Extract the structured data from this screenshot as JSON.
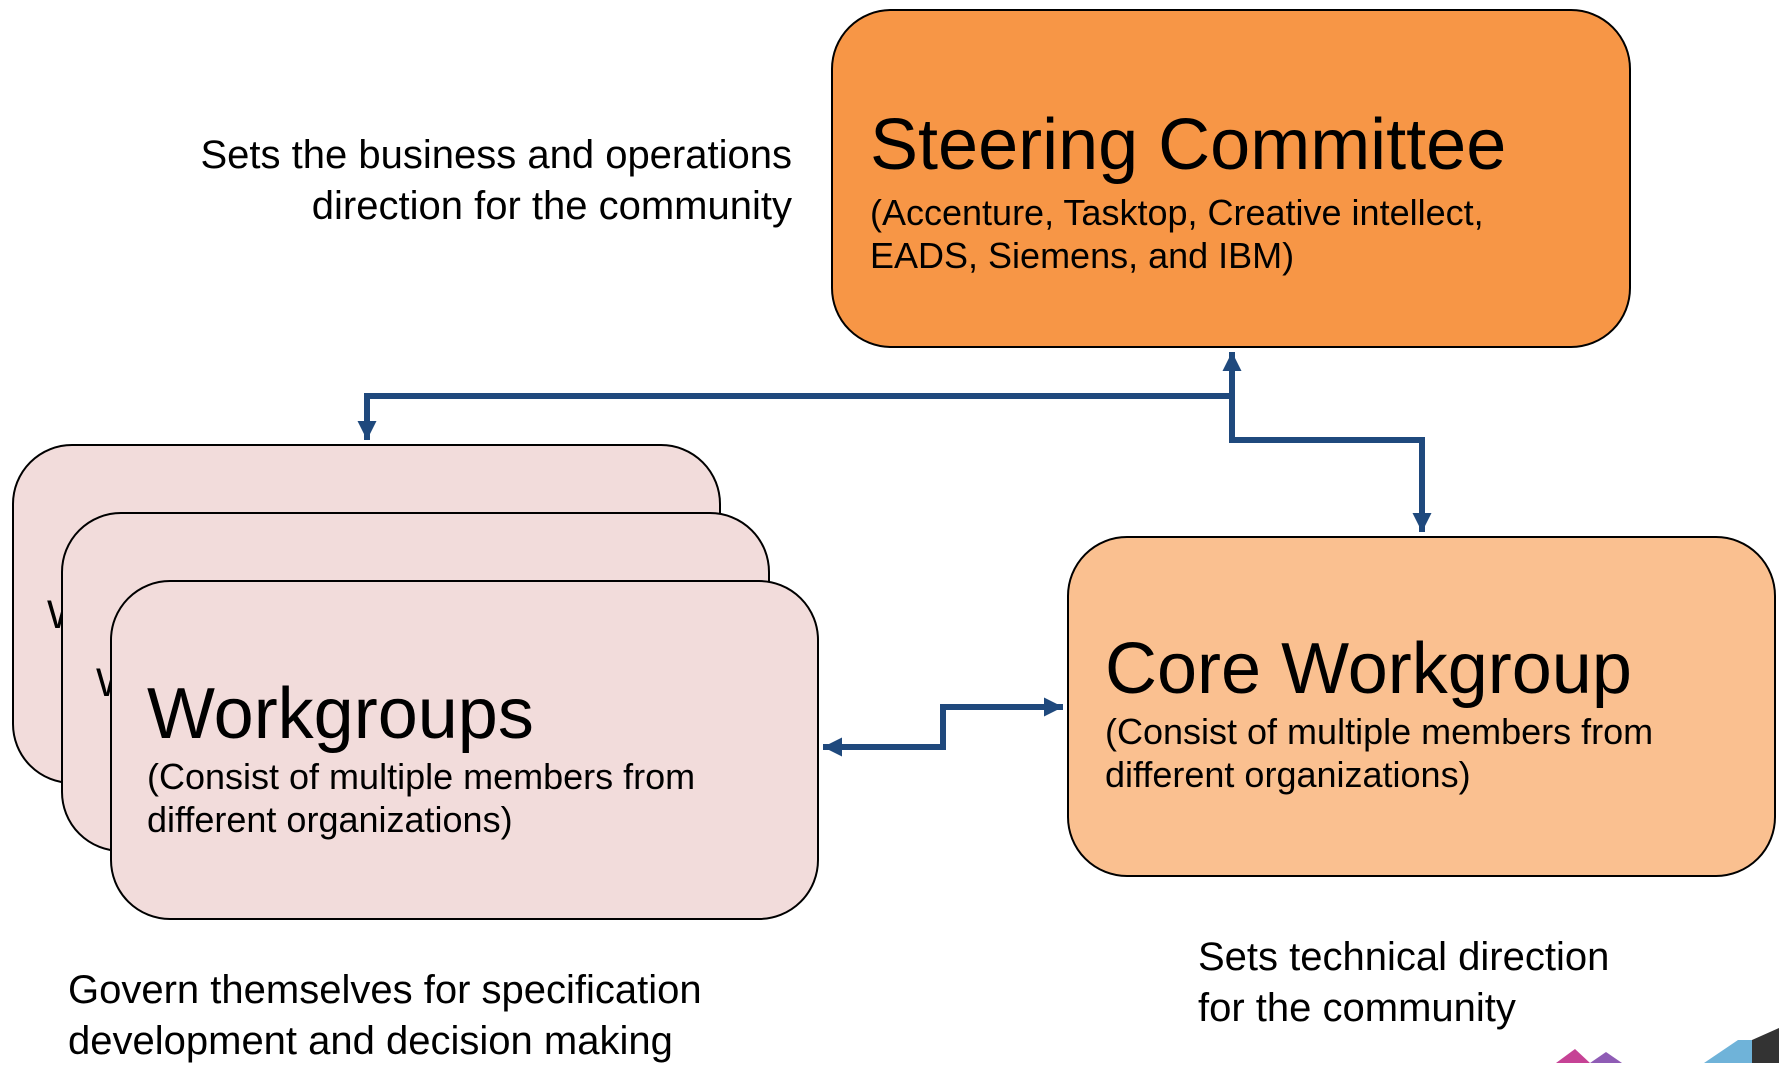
{
  "steering": {
    "title": "Steering Committee",
    "members_line1": "(Accenture, Tasktop, Creative intellect,",
    "members_line2": "EADS, Siemens, and IBM)",
    "caption_line1": "Sets the business and operations",
    "caption_line2": "direction for the community"
  },
  "core": {
    "title": "Core Workgroup",
    "sub_line1": "(Consist of multiple members from",
    "sub_line2": "different organizations)",
    "caption_line1": "Sets technical direction",
    "caption_line2": "for the community"
  },
  "workgroups": {
    "back_title_1": "W",
    "back_title_2": "W",
    "title": "Workgroups",
    "sub_line1": "(Consist of multiple members from",
    "sub_line2": "different organizations)",
    "caption_line1": "Govern themselves for specification",
    "caption_line2": "development and decision making"
  },
  "colors": {
    "steering_fill": "#f79646",
    "core_fill": "#fac090",
    "workgroup_fill": "#f2dcdb",
    "connector": "#1f497d"
  }
}
